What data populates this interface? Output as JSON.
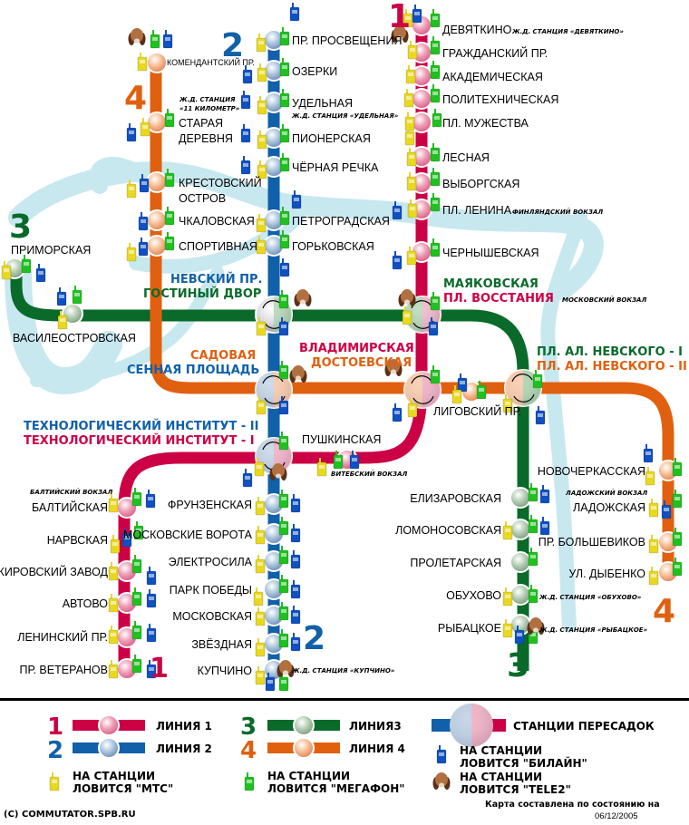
{
  "colors": {
    "line1": "#cc0044",
    "line2": "#1060aa",
    "line3": "#0a6a2a",
    "line4": "#e06010",
    "river": "#c8e8f0",
    "mts": "#e8d820",
    "megafon": "#20c020",
    "beeline": "#1050c0",
    "tele2": "#8a5030"
  },
  "lines": [
    {
      "id": "1",
      "number": "1",
      "name": "Линия 1",
      "stations": [
        {
          "name": "ДЕВЯТКИНО",
          "rail": "Ж.Д. СТАНЦИЯ «ДЕВЯТКИНО»",
          "operators": [
            "mts",
            "beeline",
            "megafon",
            "tele2"
          ]
        },
        {
          "name": "ГРАЖДАНСКИЙ ПР.",
          "operators": [
            "mts",
            "megafon"
          ]
        },
        {
          "name": "АКАДЕМИЧЕСКАЯ",
          "operators": [
            "mts",
            "megafon"
          ]
        },
        {
          "name": "ПОЛИТЕХНИЧЕСКАЯ",
          "operators": [
            "mts",
            "megafon"
          ]
        },
        {
          "name": "ПЛ. МУЖЕСТВА",
          "operators": [
            "mts",
            "megafon"
          ]
        },
        {
          "name": "ЛЕСНАЯ",
          "operators": [
            "mts",
            "megafon"
          ]
        },
        {
          "name": "ВЫБОРГСКАЯ",
          "operators": [
            "mts",
            "megafon"
          ]
        },
        {
          "name": "ПЛ. ЛЕНИНА",
          "rail": "ФИНЛЯНДСКИЙ ВОКЗАЛ",
          "operators": [
            "beeline",
            "mts",
            "megafon"
          ]
        },
        {
          "name": "ЧЕРНЫШЕВСКАЯ",
          "operators": [
            "beeline",
            "mts",
            "megafon"
          ]
        },
        {
          "name": "ПЛ. ВОССТАНИЯ",
          "operators": [
            "mts",
            "megafon",
            "beeline",
            "tele2"
          ]
        },
        {
          "name": "ВЛАДИМИРСКАЯ",
          "operators": [
            "mts",
            "megafon",
            "beeline",
            "tele2"
          ]
        },
        {
          "name": "ПУШКИНСКАЯ",
          "rail": "ВИТЕБСКИЙ ВОКЗАЛ",
          "operators": [
            "mts",
            "megafon",
            "beeline"
          ]
        },
        {
          "name": "ТЕХНОЛОГИЧЕСКИЙ ИНСТИТУТ - I",
          "operators": [
            "mts",
            "megafon",
            "beeline",
            "tele2"
          ]
        },
        {
          "name": "БАЛТИЙСКАЯ",
          "rail": "БАЛТИЙСКИЙ ВОКЗАЛ",
          "operators": [
            "mts",
            "megafon",
            "beeline"
          ]
        },
        {
          "name": "НАРВСКАЯ",
          "operators": [
            "mts",
            "beeline",
            "megafon"
          ]
        },
        {
          "name": "КИРОВСКИЙ ЗАВОД",
          "operators": [
            "mts",
            "megafon",
            "beeline"
          ]
        },
        {
          "name": "АВТОВО",
          "operators": [
            "mts",
            "megafon",
            "beeline"
          ]
        },
        {
          "name": "ЛЕНИНСКИЙ ПР.",
          "operators": [
            "mts",
            "megafon",
            "beeline"
          ]
        },
        {
          "name": "ПР. ВЕТЕРАНОВ",
          "operators": [
            "mts",
            "megafon",
            "beeline"
          ]
        }
      ]
    },
    {
      "id": "2",
      "number": "2",
      "name": "Линия 2",
      "stations": [
        {
          "name": "ПР. ПРОСВЕЩЕНИЯ",
          "operators": [
            "mts",
            "megafon",
            "beeline"
          ]
        },
        {
          "name": "ОЗЕРКИ",
          "operators": [
            "beeline",
            "mts",
            "megafon"
          ]
        },
        {
          "name": "УДЕЛЬНАЯ",
          "rail": "Ж.Д. СТАНЦИЯ «УДЕЛЬНАЯ»",
          "operators": [
            "beeline",
            "mts",
            "megafon"
          ]
        },
        {
          "name": "ПИОНЕРСКАЯ",
          "operators": [
            "beeline",
            "mts",
            "megafon"
          ]
        },
        {
          "name": "ЧЁРНАЯ РЕЧКА",
          "operators": [
            "beeline",
            "mts",
            "megafon"
          ]
        },
        {
          "name": "ПЕТРОГРАДСКАЯ",
          "operators": [
            "mts",
            "megafon",
            "beeline"
          ]
        },
        {
          "name": "ГОРЬКОВСКАЯ",
          "operators": [
            "mts",
            "megafon",
            "beeline"
          ]
        },
        {
          "name": "НЕВСКИЙ ПР.",
          "operators": [
            "mts",
            "megafon",
            "beeline",
            "tele2"
          ]
        },
        {
          "name": "СЕННАЯ ПЛОЩАДЬ",
          "operators": [
            "mts",
            "megafon",
            "beeline",
            "tele2"
          ]
        },
        {
          "name": "ТЕХНОЛОГИЧЕСКИЙ ИНСТИТУТ - II",
          "operators": [
            "mts",
            "megafon",
            "beeline",
            "tele2"
          ]
        },
        {
          "name": "ФРУНЗЕНСКАЯ",
          "operators": [
            "mts",
            "megafon",
            "beeline"
          ]
        },
        {
          "name": "МОСКОВСКИЕ ВОРОТА",
          "operators": [
            "mts",
            "megafon",
            "beeline"
          ]
        },
        {
          "name": "ЭЛЕКТРОСИЛА",
          "operators": [
            "mts",
            "megafon",
            "beeline"
          ]
        },
        {
          "name": "ПАРК ПОБЕДЫ",
          "operators": [
            "mts",
            "megafon",
            "beeline"
          ]
        },
        {
          "name": "МОСКОВСКАЯ",
          "operators": [
            "mts",
            "megafon",
            "beeline"
          ]
        },
        {
          "name": "ЗВЁЗДНАЯ",
          "operators": [
            "mts",
            "megafon",
            "beeline"
          ]
        },
        {
          "name": "КУПЧИНО",
          "rail": "Ж.Д. СТАНЦИЯ «КУПЧИНО»",
          "operators": [
            "mts",
            "beeline",
            "megafon",
            "tele2"
          ]
        }
      ]
    },
    {
      "id": "3",
      "number": "3",
      "name": "Линия3",
      "stations": [
        {
          "name": "ПРИМОРСКАЯ",
          "operators": [
            "mts",
            "megafon",
            "beeline"
          ]
        },
        {
          "name": "ВАСИЛЕОСТРОВСКАЯ",
          "operators": [
            "beeline",
            "megafon",
            "mts"
          ]
        },
        {
          "name": "ГОСТИНЫЙ ДВОР",
          "operators": [
            "mts",
            "megafon",
            "beeline",
            "tele2"
          ]
        },
        {
          "name": "МАЯКОВСКАЯ",
          "operators": [
            "mts",
            "megafon",
            "beeline",
            "tele2"
          ]
        },
        {
          "name": "ПЛ. АЛ. НЕВСКОГО - I",
          "operators": [
            "mts",
            "megafon",
            "beeline"
          ]
        },
        {
          "name": "ЕЛИЗАРОВСКАЯ",
          "operators": [
            "megafon",
            "beeline"
          ]
        },
        {
          "name": "ЛОМОНОСОВСКАЯ",
          "operators": [
            "mts",
            "megafon",
            "beeline"
          ]
        },
        {
          "name": "ПРОЛЕТАРСКАЯ",
          "operators": [
            "megafon"
          ]
        },
        {
          "name": "ОБУХОВО",
          "rail": "Ж.Д. СТАНЦИЯ «ОБУХОВО»",
          "operators": [
            "mts",
            "megafon"
          ]
        },
        {
          "name": "РЫБАЦКОЕ",
          "rail": "Ж.Д. СТАНЦИЯ «РЫБАЦКОЕ»",
          "operators": [
            "mts",
            "beeline",
            "megafon",
            "tele2"
          ]
        }
      ]
    },
    {
      "id": "4",
      "number": "4",
      "name": "Линия 4",
      "stations": [
        {
          "name": "КОМЕНДАНТСКИЙ ПР.",
          "operators": [
            "tele2",
            "megafon",
            "beeline",
            "mts"
          ]
        },
        {
          "name": "СТАРАЯ ДЕРЕВНЯ",
          "rail": "Ж.Д. СТАНЦИЯ «11 КИЛОМЕТР»",
          "operators": [
            "beeline",
            "mts",
            "megafon"
          ]
        },
        {
          "name": "КРЕСТОВСКИЙ ОСТРОВ",
          "operators": [
            "mts",
            "beeline",
            "megafon"
          ]
        },
        {
          "name": "ЧКАЛОВСКАЯ",
          "operators": [
            "beeline",
            "megafon"
          ]
        },
        {
          "name": "СПОРТИВНАЯ",
          "operators": [
            "mts",
            "beeline",
            "megafon"
          ]
        },
        {
          "name": "САДОВАЯ",
          "operators": [
            "mts",
            "megafon",
            "beeline",
            "tele2"
          ]
        },
        {
          "name": "ДОСТОЕВСКАЯ",
          "operators": [
            "mts",
            "megafon",
            "beeline",
            "tele2"
          ]
        },
        {
          "name": "ЛИГОВСКИЙ ПР.",
          "operators": [
            "mts",
            "megafon",
            "beeline"
          ]
        },
        {
          "name": "ПЛ. АЛ. НЕВСКОГО - II",
          "operators": [
            "mts",
            "megafon",
            "beeline"
          ]
        },
        {
          "name": "НОВОЧЕРКАССКАЯ",
          "operators": [
            "beeline",
            "mts",
            "megafon"
          ]
        },
        {
          "name": "ЛАДОЖСКАЯ",
          "rail": "ЛАДОЖСКИЙ ВОКЗАЛ",
          "operators": [
            "mts",
            "beeline",
            "megafon"
          ]
        },
        {
          "name": "ПР. БОЛЬШЕВИКОВ",
          "operators": [
            "mts",
            "megafon"
          ]
        },
        {
          "name": "УЛ. ДЫБЕНКО",
          "operators": [
            "mts",
            "megafon"
          ]
        }
      ]
    }
  ],
  "map_labels": {
    "devyatkino": "ДЕВЯТКИНО",
    "devyatkino_rail": "Ж.Д. СТАНЦИЯ «ДЕВЯТКИНО»",
    "grazhdansky": "ГРАЖДАНСКИЙ ПР.",
    "akademicheskaya": "АКАДЕМИЧЕСКАЯ",
    "politekh": "ПОЛИТЕХНИЧЕСКАЯ",
    "muzhestva": "ПЛ. МУЖЕСТВА",
    "lesnaya": "ЛЕСНАЯ",
    "vyborgskaya": "ВЫБОРГСКАЯ",
    "lenina": "ПЛ. ЛЕНИНА",
    "lenina_rail": "ФИНЛЯНДСКИЙ ВОКЗАЛ",
    "chernyshevskaya": "ЧЕРНЫШЕВСКАЯ",
    "prosvesheniya": "ПР. ПРОСВЕЩЕНИЯ",
    "ozerki": "ОЗЕРКИ",
    "udelnaya": "УДЕЛЬНАЯ",
    "udelnaya_rail": "Ж.Д. СТАНЦИЯ «УДЕЛЬНАЯ»",
    "pionerskaya": "ПИОНЕРСКАЯ",
    "chernaya": "ЧЁРНАЯ РЕЧКА",
    "petrogradskaya": "ПЕТРОГРАДСКАЯ",
    "gorkovskaya": "ГОРЬКОВСКАЯ",
    "komendantsky": "КОМЕНДАНТСКИЙ ПР.",
    "km11_rail_1": "Ж.Д. СТАНЦИЯ",
    "km11_rail_2": "«11 КИЛОМЕТР»",
    "staraya_1": "СТАРАЯ",
    "staraya_2": "ДЕРЕВНЯ",
    "krestovsky_1": "КРЕСТОВСКИЙ",
    "krestovsky_2": "ОСТРОВ",
    "chkalovskaya": "ЧКАЛОВСКАЯ",
    "sportivnaya": "СПОРТИВНАЯ",
    "primorskaya": "ПРИМОРСКАЯ",
    "vasileostrovskaya": "ВАСИЛЕОСТРОВСКАЯ",
    "nevsky": "НЕВСКИЙ ПР.",
    "gostiny": "ГОСТИНЫЙ ДВОР",
    "mayakovskaya": "МАЯКОВСКАЯ",
    "vosstaniya": "ПЛ. ВОССТАНИЯ",
    "vosstaniya_rail": "МОСКОВСКИЙ ВОКЗАЛ",
    "sadovaya": "САДОВАЯ",
    "sennaya": "СЕННАЯ ПЛОЩАДЬ",
    "vladimirskaya": "ВЛАДИМИРСКАЯ",
    "dostoevskaya": "ДОСТОЕВСКАЯ",
    "nevskogo1": "ПЛ. АЛ. НЕВСКОГО - I",
    "nevskogo2": "ПЛ. АЛ. НЕВСКОГО - II",
    "ligovsky": "ЛИГОВСКИЙ ПР.",
    "tekh2": "ТЕХНОЛОГИЧЕСКИЙ ИНСТИТУТ - II",
    "tekh1": "ТЕХНОЛОГИЧЕСКИЙ ИНСТИТУТ - I",
    "pushkinskaya": "ПУШКИНСКАЯ",
    "pushkinskaya_rail": "ВИТЕБСКИЙ ВОКЗАЛ",
    "baltiyskaya_rail": "БАЛТИЙСКИЙ ВОКЗАЛ",
    "baltiyskaya": "БАЛТИЙСКАЯ",
    "narvskaya": "НАРВСКАЯ",
    "kirovsky": "КИРОВСКИЙ ЗАВОД",
    "avtovo": "АВТОВО",
    "leninsky": "ЛЕНИНСКИЙ ПР.",
    "veteranov": "ПР. ВЕТЕРАНОВ",
    "frunzenskaya": "ФРУНЗЕНСКАЯ",
    "mosk_vorota": "МОСКОВСКИЕ ВОРОТА",
    "elektrosila": "ЭЛЕКТРОСИЛА",
    "park_pobedy": "ПАРК ПОБЕДЫ",
    "moskovskaya": "МОСКОВСКАЯ",
    "zvezdnaya": "ЗВЁЗДНАЯ",
    "kupchino": "КУПЧИНО",
    "kupchino_rail": "Ж.Д. СТАНЦИЯ «КУПЧИНО»",
    "novocherkasskaya": "НОВОЧЕРКАССКАЯ",
    "ladozhskaya_rail": "ЛАДОЖСКИЙ ВОКЗАЛ",
    "ladozhskaya": "ЛАДОЖСКАЯ",
    "bolshevikov": "ПР. БОЛЬШЕВИКОВ",
    "dybenko": "УЛ. ДЫБЕНКО",
    "elizarovskaya": "ЕЛИЗАРОВСКАЯ",
    "lomonosovskaya": "ЛОМОНОСОВСКАЯ",
    "proletarskaya": "ПРОЛЕТАРСКАЯ",
    "obukhovo": "ОБУХОВО",
    "obukhovo_rail": "Ж.Д. СТАНЦИЯ «ОБУХОВО»",
    "rybatskoe": "РЫБАЦКОЕ",
    "rybatskoe_rail": "Ж.Д. СТАНЦИЯ «РЫБАЦКОЕ»",
    "num1": "1",
    "num2": "2",
    "num3": "3",
    "num4": "4"
  },
  "legend": {
    "line1_num": "1",
    "line1_label": "ЛИНИЯ 1",
    "line2_num": "2",
    "line2_label": "ЛИНИЯ 2",
    "line3_num": "3",
    "line3_label": "ЛИНИЯ3",
    "line4_num": "4",
    "line4_label": "ЛИНИЯ 4",
    "transfer_label": "СТАНЦИИ ПЕРЕСАДОК",
    "mts_line1": "НА СТАНЦИИ",
    "mts_line2": "ЛОВИТСЯ \"МТС\"",
    "megafon_line1": "НА СТАНЦИИ",
    "megafon_line2": "ЛОВИТСЯ \"МЕГАФОН\"",
    "beeline_line1": "НА СТАНЦИИ",
    "beeline_line2": "ЛОВИТСЯ \"БИЛАЙН\"",
    "tele2_line1": "НА СТАНЦИИ",
    "tele2_line2": "ЛОВИТСЯ \"TELE2\""
  },
  "footer": {
    "copyright": "(C) COMMUTATOR.SPB.RU",
    "state_note": "Карта составлена по состоянию на",
    "date": "06/12/2005"
  }
}
